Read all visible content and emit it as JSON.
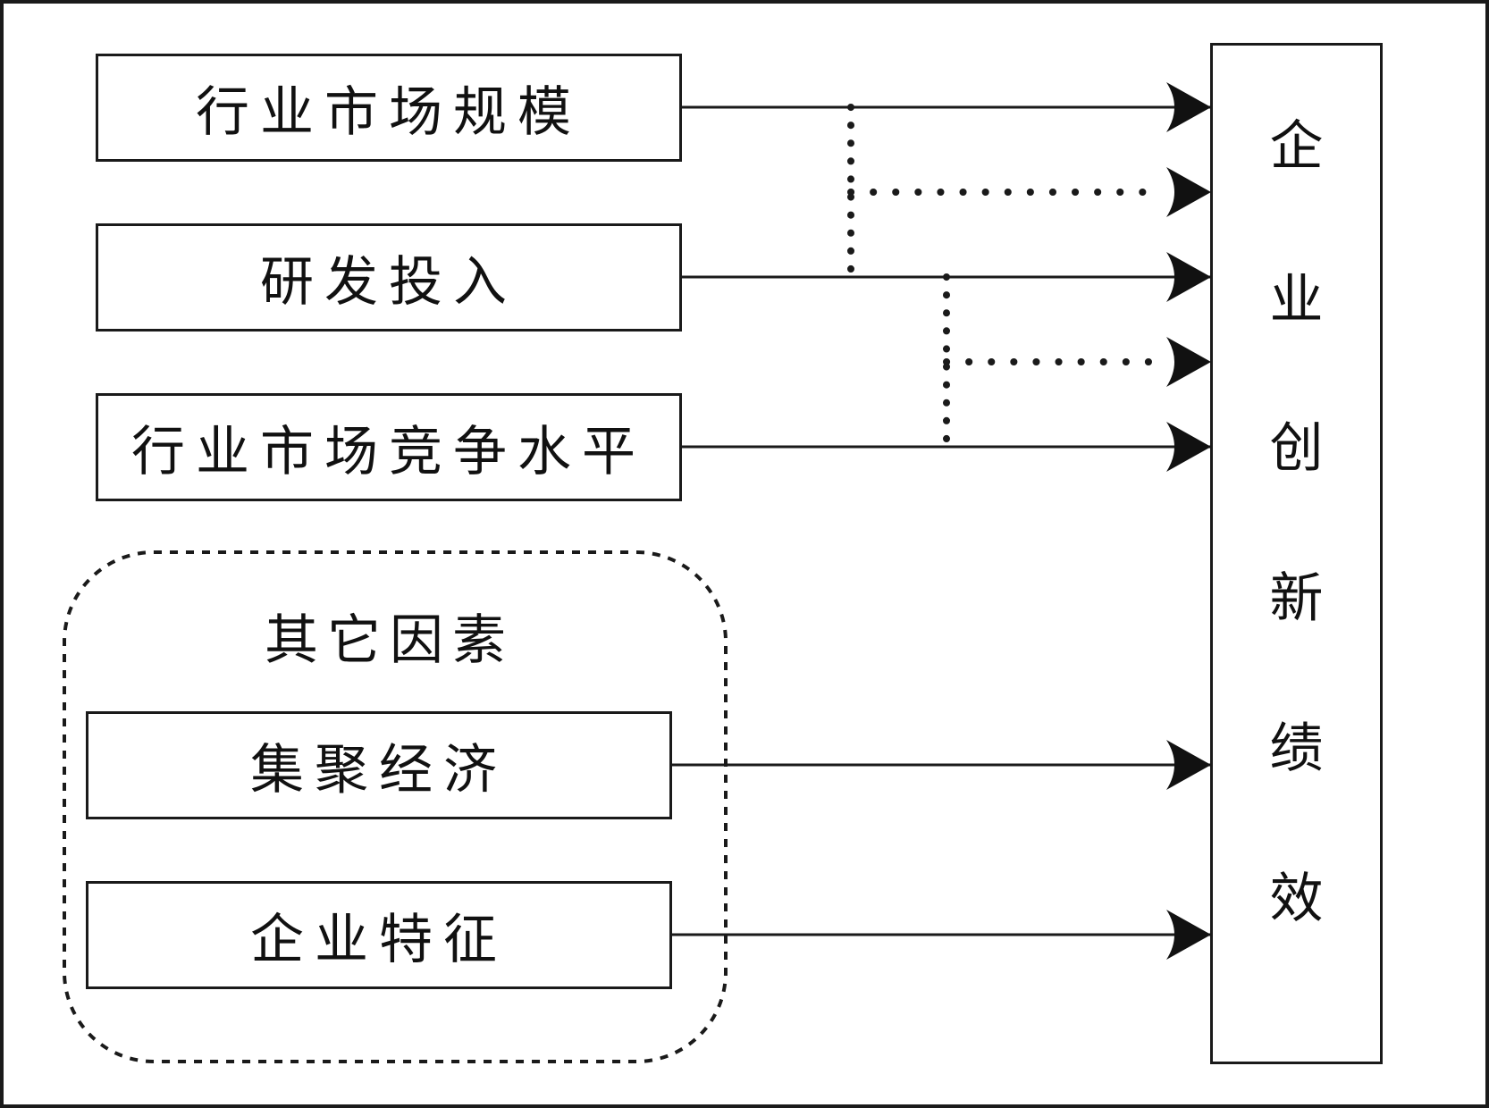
{
  "factors": [
    {
      "label": "行业市场规模"
    },
    {
      "label": "研发投入"
    },
    {
      "label": "行业市场竞争水平"
    }
  ],
  "other_factors": {
    "title": "其它因素",
    "items": [
      {
        "label": "集聚经济"
      },
      {
        "label": "企业特征"
      }
    ]
  },
  "target": {
    "label": "企业创新绩效",
    "chars": [
      "企",
      "业",
      "创",
      "新",
      "绩",
      "效"
    ]
  },
  "colors": {
    "stroke": "#1a1a1a",
    "text": "#111111",
    "background": "#ffffff"
  }
}
